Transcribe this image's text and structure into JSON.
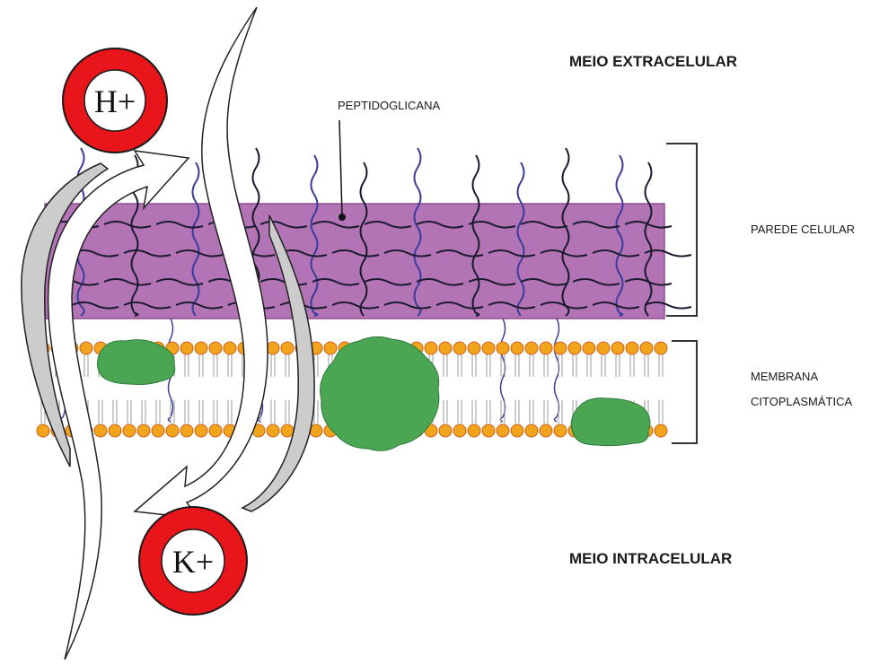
{
  "labels": {
    "meio_extracelular": "MEIO EXTRACELULAR",
    "peptidoglicana": "PEPTIDOGLICANA",
    "parede_celular": "PAREDE CELULAR",
    "membrana": "MEMBRANA",
    "citoplasmatica": "CITOPLASMÁTICA",
    "meio_intracelular": "MEIO INTRACELULAR"
  },
  "ions": {
    "top": "H+",
    "bottom": "K+"
  },
  "colors": {
    "cell_wall": "#b374b5",
    "wall_border": "#8f4f92",
    "lipid_head": "#f2a51c",
    "lipid_head_rim": "#d2601a",
    "protein": "#4aa652",
    "protein_edge": "#2f7a3a",
    "ion_ring": "#e8151a",
    "arrow_side": "#cccccc",
    "strand_dark": "#1a1a2e",
    "strand_blue": "#3b3b9a"
  },
  "icons": {
    "top_ion": "proton-ring-icon",
    "bottom_ion": "potassium-ring-icon",
    "exchange": "circular-exchange-arrows"
  }
}
